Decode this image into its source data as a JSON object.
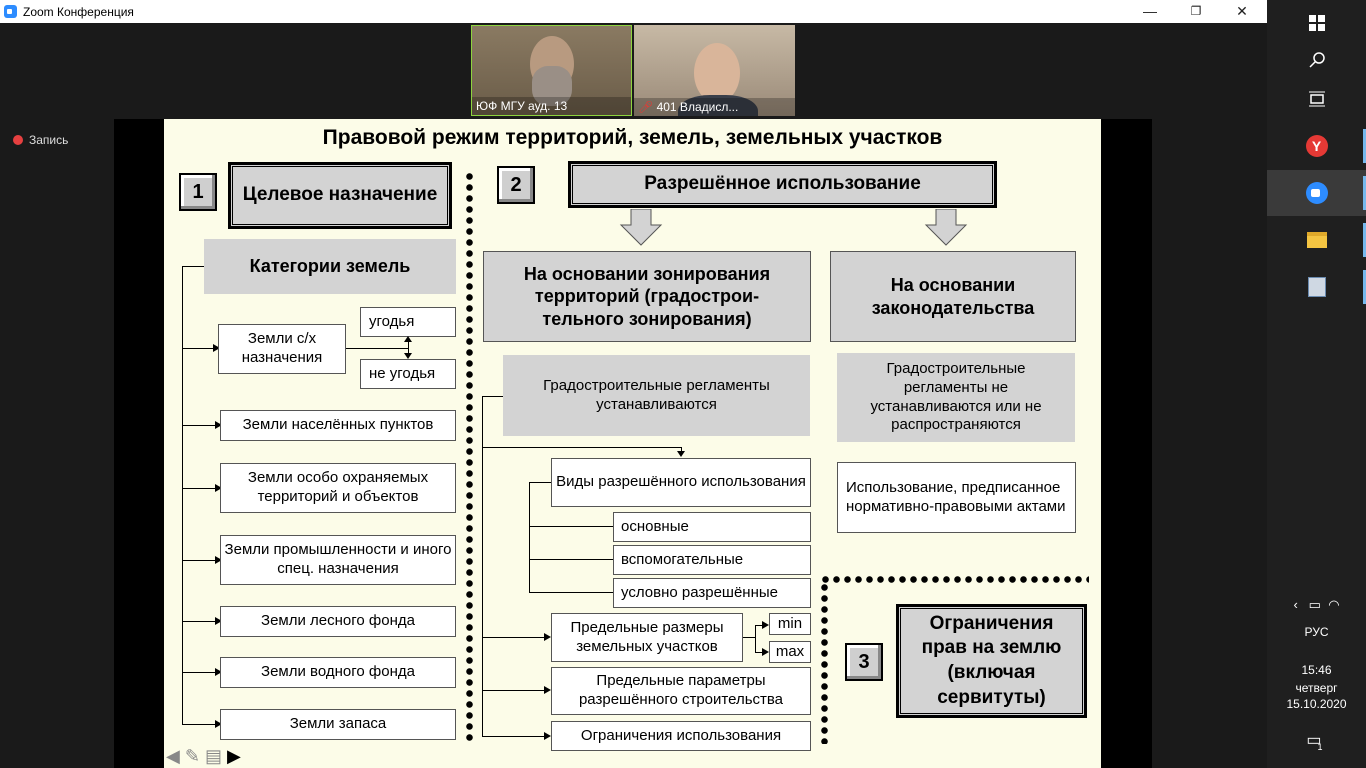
{
  "window": {
    "title": "Zoom Конференция",
    "minimize": "—",
    "restore": "❐",
    "close": "✕"
  },
  "participants": [
    {
      "name": "ЮФ МГУ ауд. 13"
    },
    {
      "name": "401 Владисл..."
    }
  ],
  "recording": {
    "label": "Запись"
  },
  "slide": {
    "title": "Правовой режим территорий, земель, земельных участков",
    "sec1": {
      "num": "1",
      "header": "Целевое назначение",
      "categories": "Категории земель",
      "items": [
        "Земли с/х назначения",
        "Земли населённых пунктов",
        "Земли особо охраняемых территорий и объектов",
        "Земли промышленности и иного спец. назначения",
        "Земли лесного фонда",
        "Земли водного фонда",
        "Земли запаса"
      ],
      "ugodya": "угодья",
      "ne_ugodya": "не угодья"
    },
    "sec2": {
      "num": "2",
      "header": "Разрешённое использование",
      "zoning": "На основании зонирования территорий (градостроительного зонирования)",
      "zoning_l1": "На основании зонирования",
      "zoning_l2": "территорий (градострои-",
      "zoning_l3": "тельного зонирования)",
      "legislation": "На основании законодательства",
      "reg_set": "Градостроительные регламенты устанавливаются",
      "reg_notset": "Градостроительные регламенты  не устанавливаются или не распространяются",
      "types": "Виды разрешённого использования",
      "basic": "основные",
      "aux": "вспомогательные",
      "conditional": "условно разрешённые",
      "limits": "Предельные размеры земельных участков",
      "min": "min",
      "max": "max",
      "params": "Предельные параметры разрешённого строительства",
      "restrictions": "Ограничения использования",
      "prescribed": "Использование, предписанное нормативно-правовыми актами"
    },
    "sec3": {
      "num": "3",
      "header": "Ограничения прав на землю (включая сервитуты)"
    }
  },
  "taskbar": {
    "lang": "РУС",
    "time": "15:46",
    "day": "четверг",
    "date": "15.10.2020",
    "notif_count": "1"
  },
  "colors": {
    "accent_zoom": "#2d8cff",
    "yandex": "#e53935",
    "slide_bg": "#fcfce8"
  }
}
